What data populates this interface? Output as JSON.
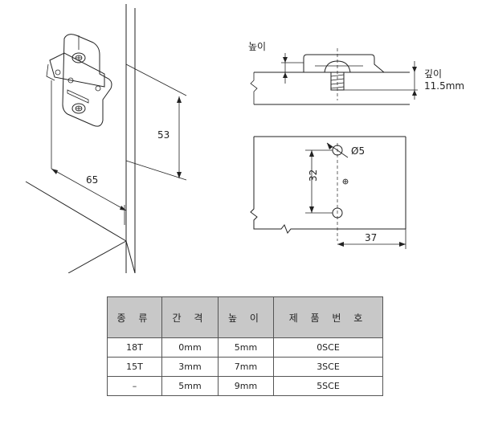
{
  "dimensions": {
    "width_65": "65",
    "height_53": "53",
    "spacing_32": "32",
    "offset_37": "37",
    "diameter": "Ø5"
  },
  "labels": {
    "height": "높이",
    "depth": "깊이",
    "depth_value": "11.5mm"
  },
  "table": {
    "headers": [
      "종 류",
      "간 격",
      "높 이",
      "제 품 번 호"
    ],
    "rows": [
      [
        "18T",
        "0mm",
        "5mm",
        "0SCE"
      ],
      [
        "15T",
        "3mm",
        "7mm",
        "3SCE"
      ],
      [
        "–",
        "5mm",
        "9mm",
        "5SCE"
      ]
    ]
  }
}
